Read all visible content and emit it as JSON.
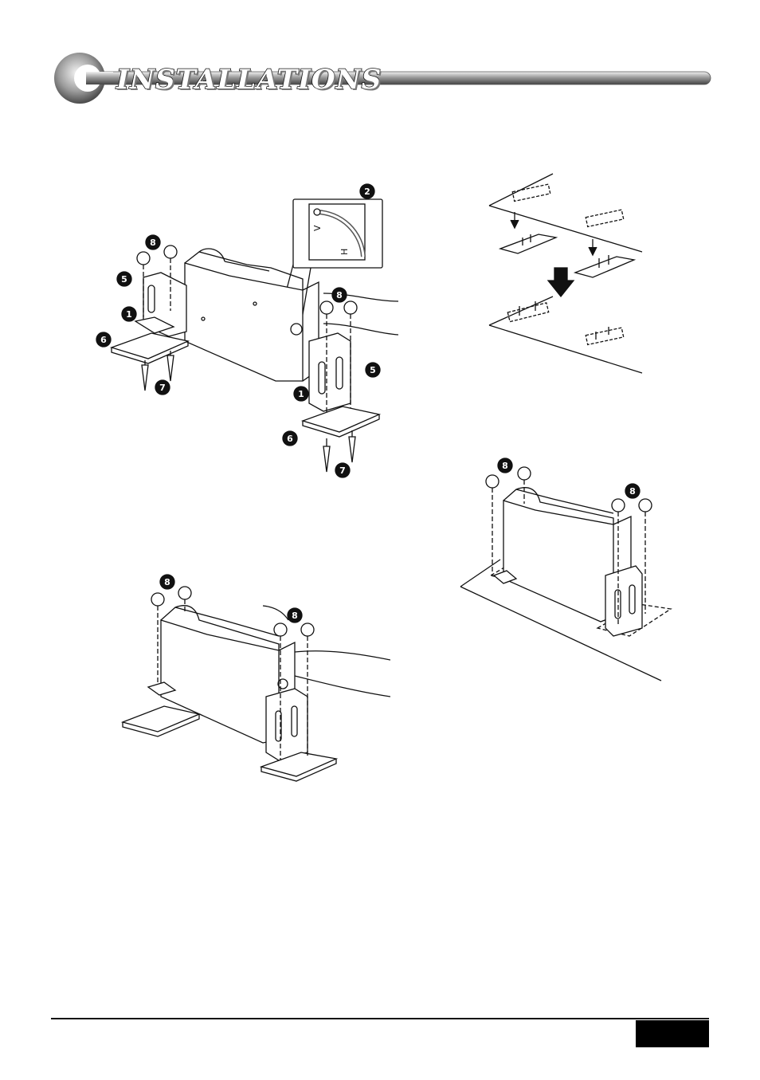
{
  "header": {
    "title": "INSTALLATIONS",
    "colors": {
      "bar_dark": "#3a3a3a",
      "bar_light": "#e6e6e6",
      "accent": "#111111"
    }
  },
  "figures": {
    "fig1": {
      "callouts": {
        "bracket": "1",
        "angle_gauge": "2",
        "screw_small": "5",
        "base_plate": "6",
        "tapping_screw": "7",
        "nut": "8"
      },
      "gauge_letters": {
        "left": "V",
        "right": "H"
      }
    },
    "fig2": {
      "callouts": {
        "nut": "8"
      }
    },
    "fig3": {
      "callouts": {}
    },
    "fig4": {
      "callouts": {
        "nut": "8"
      }
    }
  },
  "footer": {
    "page_box": ""
  }
}
